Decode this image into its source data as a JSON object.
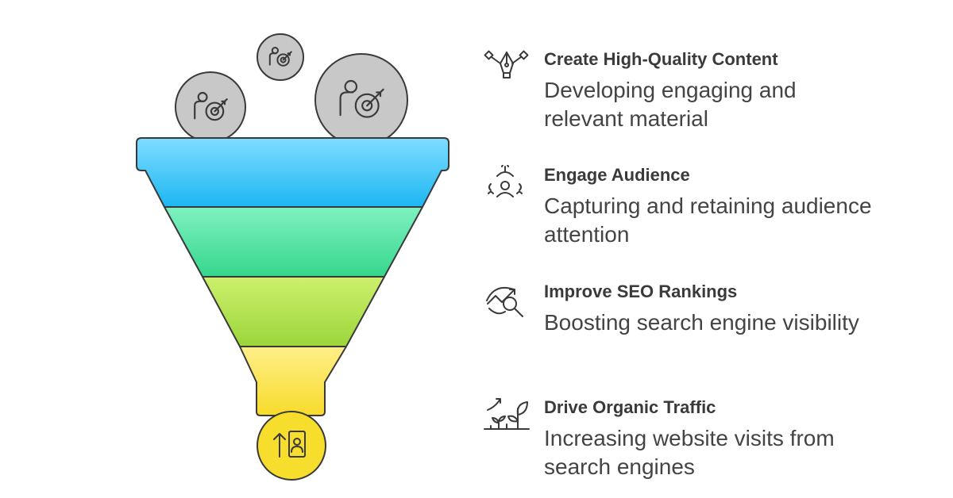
{
  "funnel": {
    "layer_colors": [
      {
        "top": "#7fdcff",
        "bottom": "#1cb7f2"
      },
      {
        "top": "#7ff2c2",
        "bottom": "#36d68c"
      },
      {
        "top": "#cdf06e",
        "bottom": "#9bd63a"
      },
      {
        "top": "#ffef8a",
        "bottom": "#f7db2a"
      }
    ],
    "input_icon": "person-target-icon",
    "output_icon": "upload-contact-icon"
  },
  "steps": [
    {
      "title": "Create High-Quality Content",
      "description": "Developing engaging and relevant material",
      "icon": "pen-nib-icon"
    },
    {
      "title": "Engage Audience",
      "description": "Capturing and retaining audience attention",
      "icon": "audience-hook-icon"
    },
    {
      "title": "Improve SEO Rankings",
      "description": "Boosting search engine visibility",
      "icon": "seo-magnifier-icon"
    },
    {
      "title": "Drive Organic Traffic",
      "description": "Increasing website visits from search engines",
      "icon": "growing-plant-chart-icon"
    }
  ]
}
